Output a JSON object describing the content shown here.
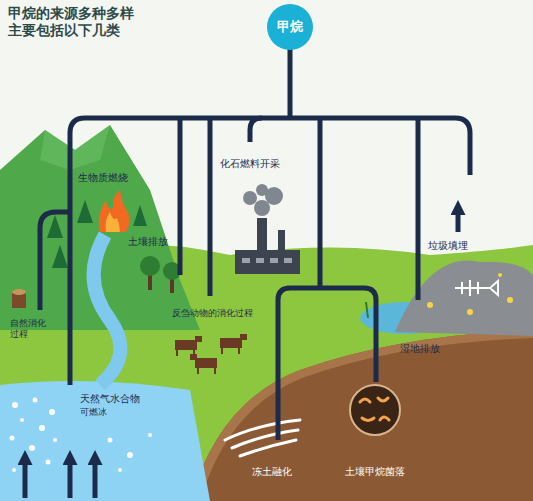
{
  "diagram": {
    "title": "甲烷的来源多种多样 主要包括以下几类",
    "nodes": [
      {
        "text": [
          "甲烷"
        ]
      }
    ],
    "labels": [
      "生物质燃烧",
      "化石燃料开采",
      "土壤排放",
      "垃圾填埋",
      "自然消化过程",
      "反刍动物的消化过程",
      "湿地排放",
      "天然气水合物",
      "可燃冰",
      "冻土融化",
      "土壤甲烷菌落"
    ]
  }
}
